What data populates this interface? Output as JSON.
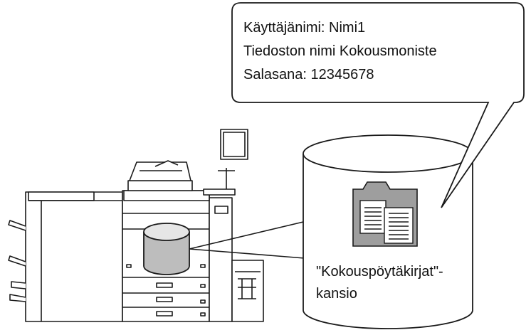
{
  "callout": {
    "lines": [
      "Käyttäjänimi: Nimi1",
      "Tiedoston nimi Kokousmoniste",
      "Salasana: 12345678"
    ]
  },
  "folder": {
    "label_line1": "\"Kokouspöytäkirjat\"-",
    "label_line2": "kansio"
  },
  "colors": {
    "stroke": "#1a1a1a",
    "disk_fill": "#bdbdbd",
    "disk_top": "#e6e6e6",
    "folder_icon_fill": "#9e9e9e"
  },
  "icons": [
    "folder-icon",
    "documents-icon",
    "storage-disk-icon",
    "multifunction-printer-icon"
  ]
}
